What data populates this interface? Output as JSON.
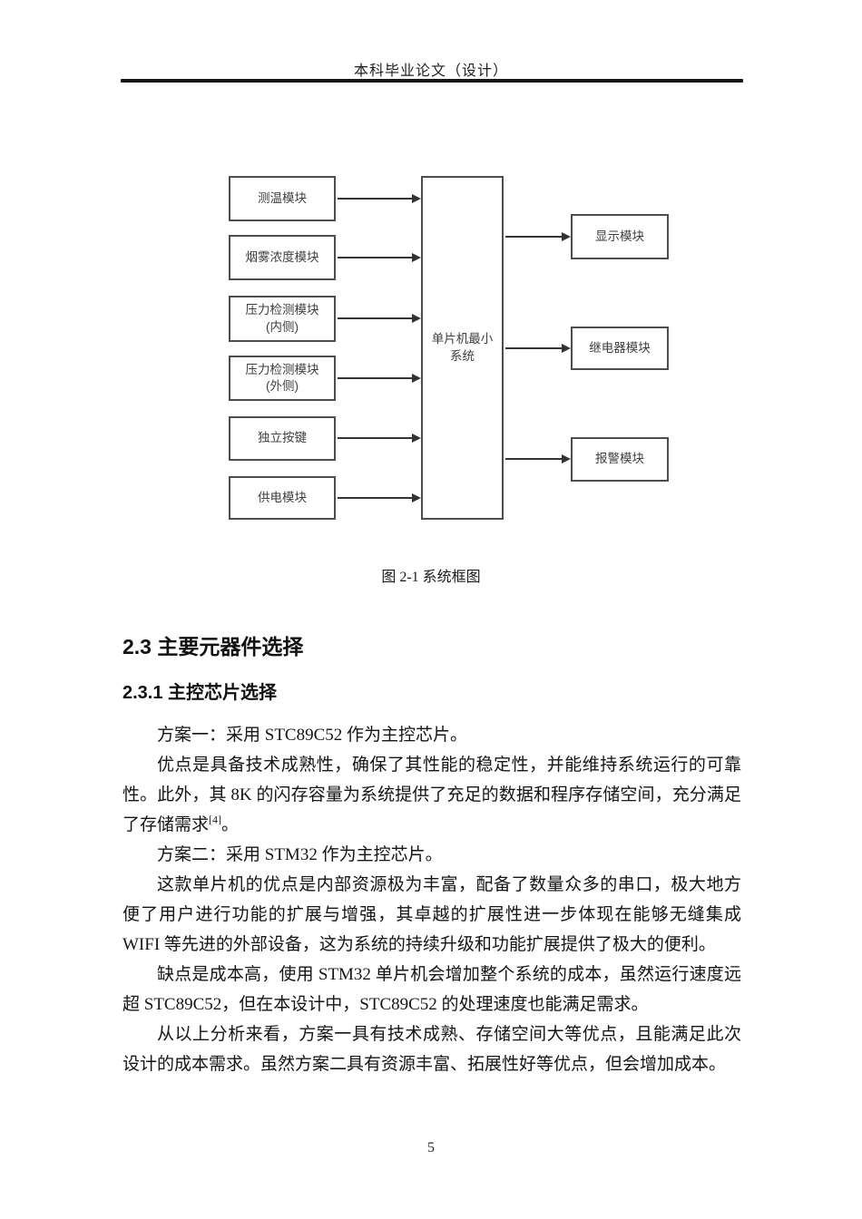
{
  "header": {
    "title": "本科毕业论文（设计）"
  },
  "diagram": {
    "left_modules": [
      "测温模块",
      "烟雾浓度模块",
      "压力检测模块\n(内侧)",
      "压力检测模块\n(外侧)",
      "独立按键",
      "供电模块"
    ],
    "center_module": "单片机最小\n系统",
    "right_modules": [
      "显示模块",
      "继电器模块",
      "报警模块"
    ],
    "caption": "图 2-1 系统框图"
  },
  "content": {
    "section_heading": "2.3 主要元器件选择",
    "subsection_heading": "2.3.1 主控芯片选择",
    "paragraphs": {
      "p1": "方案一：采用 STC89C52 作为主控芯片。",
      "p2_text": "优点是具备技术成熟性，确保了其性能的稳定性，并能维持系统运行的可靠性。此外，其 8K 的闪存容量为系统提供了充足的数据和程序存储空间，充分满足了存储需求",
      "p2_ref": "[4]",
      "p2_tail": "。",
      "p3": "方案二：采用 STM32 作为主控芯片。",
      "p4": "这款单片机的优点是内部资源极为丰富，配备了数量众多的串口，极大地方便了用户进行功能的扩展与增强，其卓越的扩展性进一步体现在能够无缝集成 WIFI 等先进的外部设备，这为系统的持续升级和功能扩展提供了极大的便利。",
      "p5": "缺点是成本高，使用 STM32 单片机会增加整个系统的成本，虽然运行速度远超 STC89C52，但在本设计中，STC89C52 的处理速度也能满足需求。",
      "p6": "从以上分析来看，方案一具有技术成熟、存储空间大等优点，且能满足此次设计的成本需求。虽然方案二具有资源丰富、拓展性好等优点，但会增加成本。"
    }
  },
  "footer": {
    "page_number": "5"
  }
}
